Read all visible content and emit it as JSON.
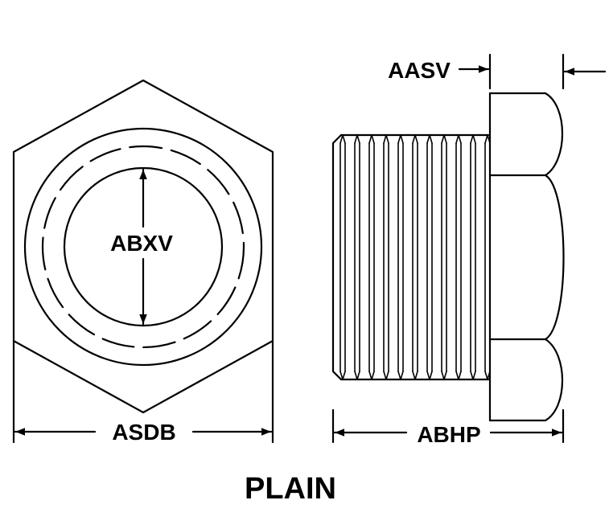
{
  "labels": {
    "thread_gap": "AASV",
    "inner_diameter": "ABXV",
    "width_across_flats": "ASDB",
    "overall_length": "ABHP"
  },
  "caption": "PLAIN",
  "colors": {
    "line": "#000000",
    "background": "#ffffff"
  }
}
